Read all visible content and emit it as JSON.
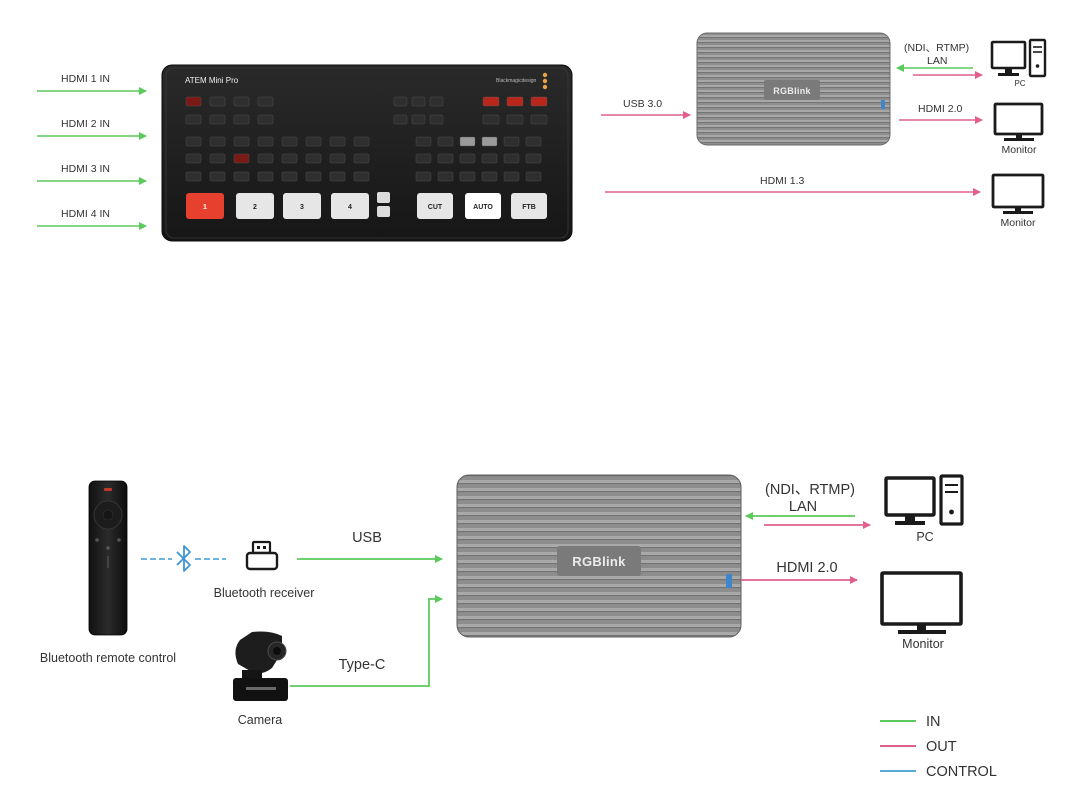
{
  "top": {
    "inputs": [
      "HDMI 1 IN",
      "HDMI 2 IN",
      "HDMI 3 IN",
      "HDMI 4 IN"
    ],
    "switcher": {
      "title": "ATEM Mini Pro",
      "brand": "Blackmagicdesign",
      "big_keys": [
        "1",
        "2",
        "3",
        "4",
        "CUT",
        "AUTO",
        "FTB"
      ]
    },
    "device_logo": "RGBlink",
    "usb_label": "USB 3.0",
    "lan_label_line1": "(NDI、RTMP)",
    "lan_label_line2": "LAN",
    "pc_label": "PC",
    "hdmi20_label": "HDMI 2.0",
    "monitor1_label": "Monitor",
    "hdmi13_label": "HDMI 1.3",
    "monitor2_label": "Monitor"
  },
  "bottom": {
    "remote_label": "Bluetooth remote control",
    "receiver_label": "Bluetooth receiver",
    "usb_label": "USB",
    "camera_label": "Camera",
    "typec_label": "Type-C",
    "device_logo": "RGBlink",
    "lan_label_line1": "(NDI、RTMP)",
    "lan_label_line2": "LAN",
    "pc_label": "PC",
    "hdmi20_label": "HDMI 2.0",
    "monitor_label": "Monitor"
  },
  "legend": [
    {
      "label": "IN",
      "color": "#5cc95c"
    },
    {
      "label": "OUT",
      "color": "#e0608a"
    },
    {
      "label": "CONTROL",
      "color": "#5aa9dc"
    }
  ],
  "colors": {
    "in": "#5cc95c",
    "out": "#e0608a",
    "control": "#5aa9dc"
  }
}
